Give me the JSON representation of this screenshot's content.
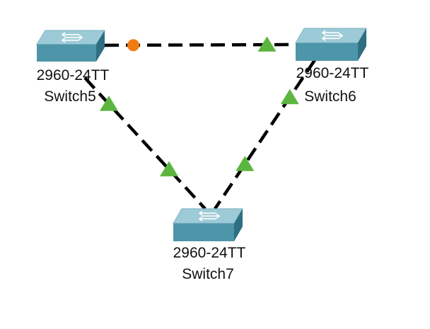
{
  "colors": {
    "link": "#000000",
    "link_up": "#5cb53f",
    "link_blocking": "#f27a12",
    "switch_top": "#9ccad6",
    "switch_front": "#4d95a9",
    "switch_side": "#2e6f82",
    "switch_lines": "#ffffff"
  },
  "devices": [
    {
      "id": "sw5",
      "model": "2960-24TT",
      "name": "Switch5"
    },
    {
      "id": "sw6",
      "model": "2960-24TT",
      "name": "Switch6"
    },
    {
      "id": "sw7",
      "model": "2960-24TT",
      "name": "Switch7"
    }
  ],
  "links": [
    {
      "from": "sw5",
      "to": "sw6",
      "from_status": "blocking",
      "to_status": "up"
    },
    {
      "from": "sw5",
      "to": "sw7",
      "from_status": "up",
      "to_status": "up"
    },
    {
      "from": "sw6",
      "to": "sw7",
      "from_status": "up",
      "to_status": "up"
    }
  ],
  "icons": {
    "switch": "network-switch-icon",
    "link_up": "green-triangle-icon",
    "link_blocking": "orange-circle-icon"
  }
}
